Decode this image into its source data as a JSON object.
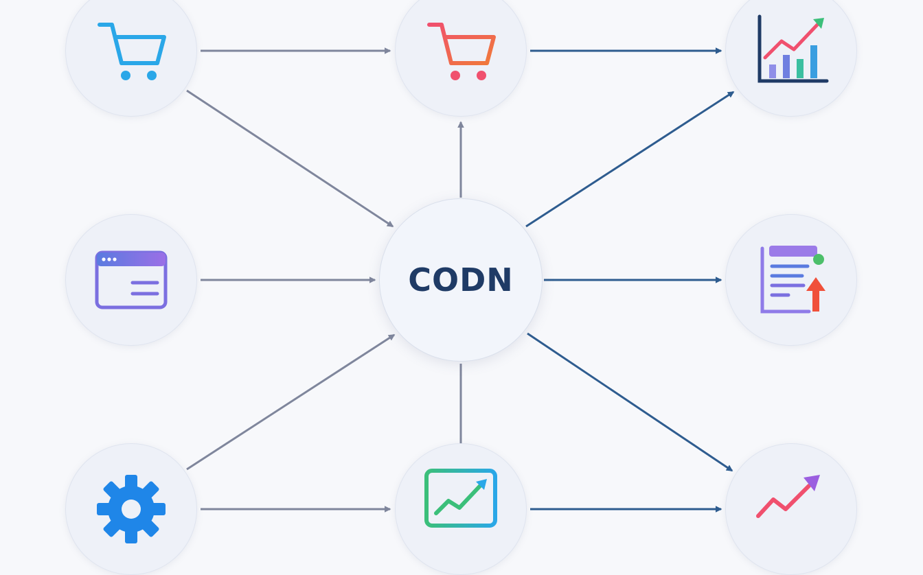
{
  "hub": {
    "label": "CODN"
  },
  "nodes": [
    {
      "id": "cart-blue",
      "icon": "shopping-cart-icon",
      "color": "#2aa7e8"
    },
    {
      "id": "cart-pink",
      "icon": "shopping-cart-icon",
      "color": "#f0506e"
    },
    {
      "id": "chart-top",
      "icon": "growth-chart-icon",
      "color": "#1f3b66"
    },
    {
      "id": "browser",
      "icon": "browser-window-icon",
      "color": "#7b6fe0"
    },
    {
      "id": "report",
      "icon": "report-upload-icon",
      "color": "#9b7be8"
    },
    {
      "id": "gear",
      "icon": "gear-icon",
      "color": "#1f86e8"
    },
    {
      "id": "monitor-chart",
      "icon": "monitor-chart-icon",
      "color": "#3bbf7a"
    },
    {
      "id": "chart-bottom",
      "icon": "growth-chart-icon",
      "color": "#f0506e"
    }
  ],
  "colors": {
    "background": "#f7f8fb",
    "edge_gray": "#7f869c",
    "edge_blue": "#2e5c8f",
    "hub_text": "#1f3b66"
  }
}
